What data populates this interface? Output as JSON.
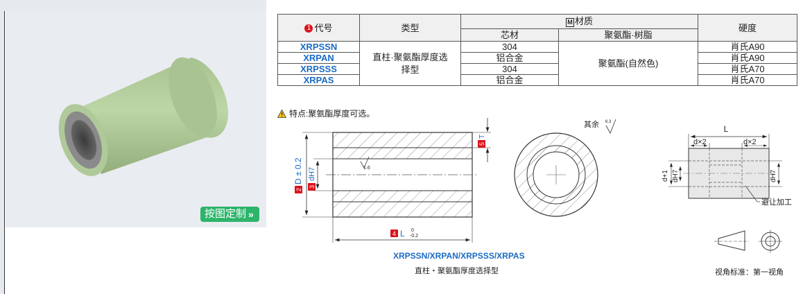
{
  "table": {
    "h_code": "代号",
    "h_type": "类型",
    "h_material": "材质",
    "h_material_badge": "M",
    "h_core": "芯材",
    "h_poly": "聚氨酯·树脂",
    "h_hardness": "硬度",
    "type_text": "直柱·聚氨酯厚度选择型",
    "poly_text": "聚氨酯(自然色)",
    "rows": [
      {
        "code": "XRPSSN",
        "core": "304",
        "hardness": "肖氏A90"
      },
      {
        "code": "XRPAN",
        "core": "铝合金",
        "hardness": "肖氏A90"
      },
      {
        "code": "XRPSSS",
        "core": "304",
        "hardness": "肖氏A70"
      },
      {
        "code": "XRPAS",
        "core": "铝合金",
        "hardness": "肖氏A70"
      }
    ]
  },
  "button": {
    "custom_label": "按图定制",
    "arrow": "»"
  },
  "feature_text": "特点:聚氨酯厚度可选。",
  "drawing": {
    "dim_D": "D ± 0.2",
    "dim_dH7": "dH7",
    "dim_T": "T",
    "dim_L": "L",
    "dim_L_tol_upper": "0",
    "dim_L_tol_lower": "-0.2",
    "roughness": "1.6",
    "rest_label": "其余",
    "rest_value": "6.3",
    "badge_2": "2",
    "badge_3": "3",
    "badge_4": "4",
    "badge_5": "5"
  },
  "side_drawing": {
    "L": "L",
    "dx2_left": "d×2",
    "dx2_right": "d×2",
    "d_plus_1": "d+1",
    "dH7_left": "dH7",
    "dH7_right": "dH7",
    "relief_label": "避让加工"
  },
  "captions": {
    "codes": "XRPSSN/XRPAN/XRPSSS/XRPAS",
    "name": "直柱・聚氨酯厚度选择型",
    "view_standard": "视角标准：第一视角"
  },
  "colors": {
    "accent_blue": "#1a6bc4",
    "badge_red": "#d9141b",
    "button_green": "#2db46b",
    "sleeve_green": "#b5cf9e"
  }
}
